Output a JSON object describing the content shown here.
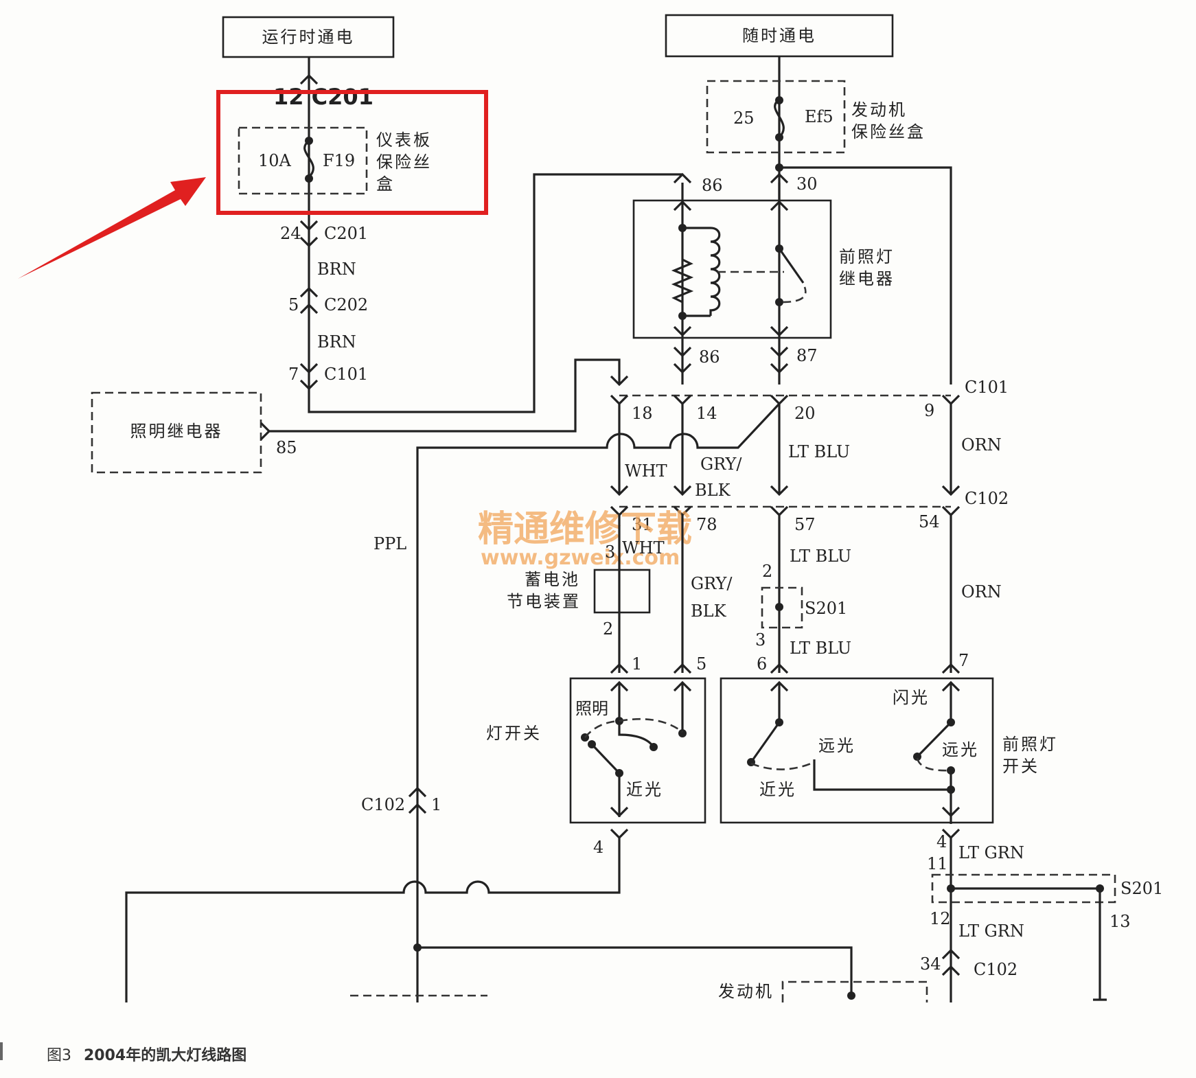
{
  "diagram": {
    "blocks": {
      "run_power": "运行时通电",
      "always_power": "随时通电",
      "ip_fuse_box": [
        "仪表板",
        "保险丝",
        "盒"
      ],
      "engine_fuse_box": [
        "发动机",
        "保险丝盒"
      ],
      "headlamp_relay": [
        "前照灯",
        "继电器"
      ],
      "lighting_relay": "照明继电器",
      "battery_saver": [
        "蓄电池",
        "节电装置"
      ],
      "light_switch": "灯开关",
      "headlamp_switch": [
        "前照灯",
        "开关"
      ],
      "engine": "发动机"
    },
    "fuses": {
      "f19_rating": "10A",
      "f19_name": "F19",
      "ef5_rating": "25",
      "ef5_name": "Ef5"
    },
    "connectors": {
      "c201_top": "12  C201",
      "c201": "C201",
      "c202": "C202",
      "c101": "C101",
      "c102": "C102",
      "s201": "S201"
    },
    "pins": {
      "p24": "24",
      "p5": "5",
      "p7": "7",
      "p85": "85",
      "p86a": "86",
      "p86b": "86",
      "p30": "30",
      "p87": "87",
      "p18": "18",
      "p14": "14",
      "p20": "20",
      "p9": "9",
      "p31": "31",
      "p78": "78",
      "p57": "57",
      "p54": "54",
      "p3a": "3",
      "p2a": "2",
      "p2b": "2",
      "p3b": "3",
      "p1": "1",
      "p5b": "5",
      "p6": "6",
      "p7b": "7",
      "p4a": "4",
      "p1b": "1",
      "p4b": "4",
      "p11": "11",
      "p12": "12",
      "p13": "13",
      "p34": "34"
    },
    "wires": {
      "brn1": "BRN",
      "brn2": "BRN",
      "wht": "WHT",
      "wht2": "WHT",
      "grybl1a": "GRY/",
      "grybl1b": "BLK",
      "grybl2a": "GRY/",
      "grybl2b": "BLK",
      "ltblu1": "LT BLU",
      "ltblu2": "LT BLU",
      "ltblu3": "LT BLU",
      "orn1": "ORN",
      "orn2": "ORN",
      "ppl": "PPL",
      "ltgrn1": "LT GRN",
      "ltgrn2": "LT GRN"
    },
    "switch_labels": {
      "illum": "照明",
      "low1": "近光",
      "low2": "近光",
      "high1": "远光",
      "high2": "远光",
      "flash": "闪光"
    },
    "watermark": {
      "line1": "精通维修下载",
      "line2": "www.gzweix.com"
    },
    "highlight_color": "#e02020",
    "arrow_color": "#e02020"
  },
  "caption": {
    "fig": "图3",
    "text": "2004年的凯大灯线路图"
  }
}
